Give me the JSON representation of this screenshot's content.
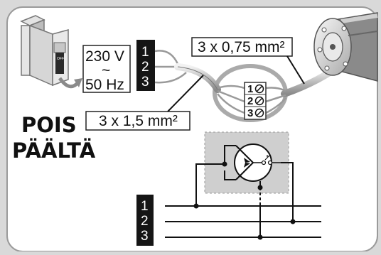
{
  "supply": {
    "voltage": "230 V",
    "tilde": "~",
    "frequency": "50 Hz"
  },
  "terminal_numbers": [
    "1",
    "2",
    "3"
  ],
  "cable_motor": "3 x 0,75 mm²",
  "cable_supply": "3 x 1,5 mm²",
  "junction_terminals": [
    "1",
    "2",
    "3"
  ],
  "warning": {
    "line1": "POIS",
    "line2": "PÄÄLTÄ"
  },
  "breaker_marking": "OFF",
  "colors": {
    "background": "#d9d9d9",
    "panel": "#ffffff",
    "border": "#9a9a9a",
    "label_block": "#151515",
    "switch_box": "#cfcfcf"
  }
}
